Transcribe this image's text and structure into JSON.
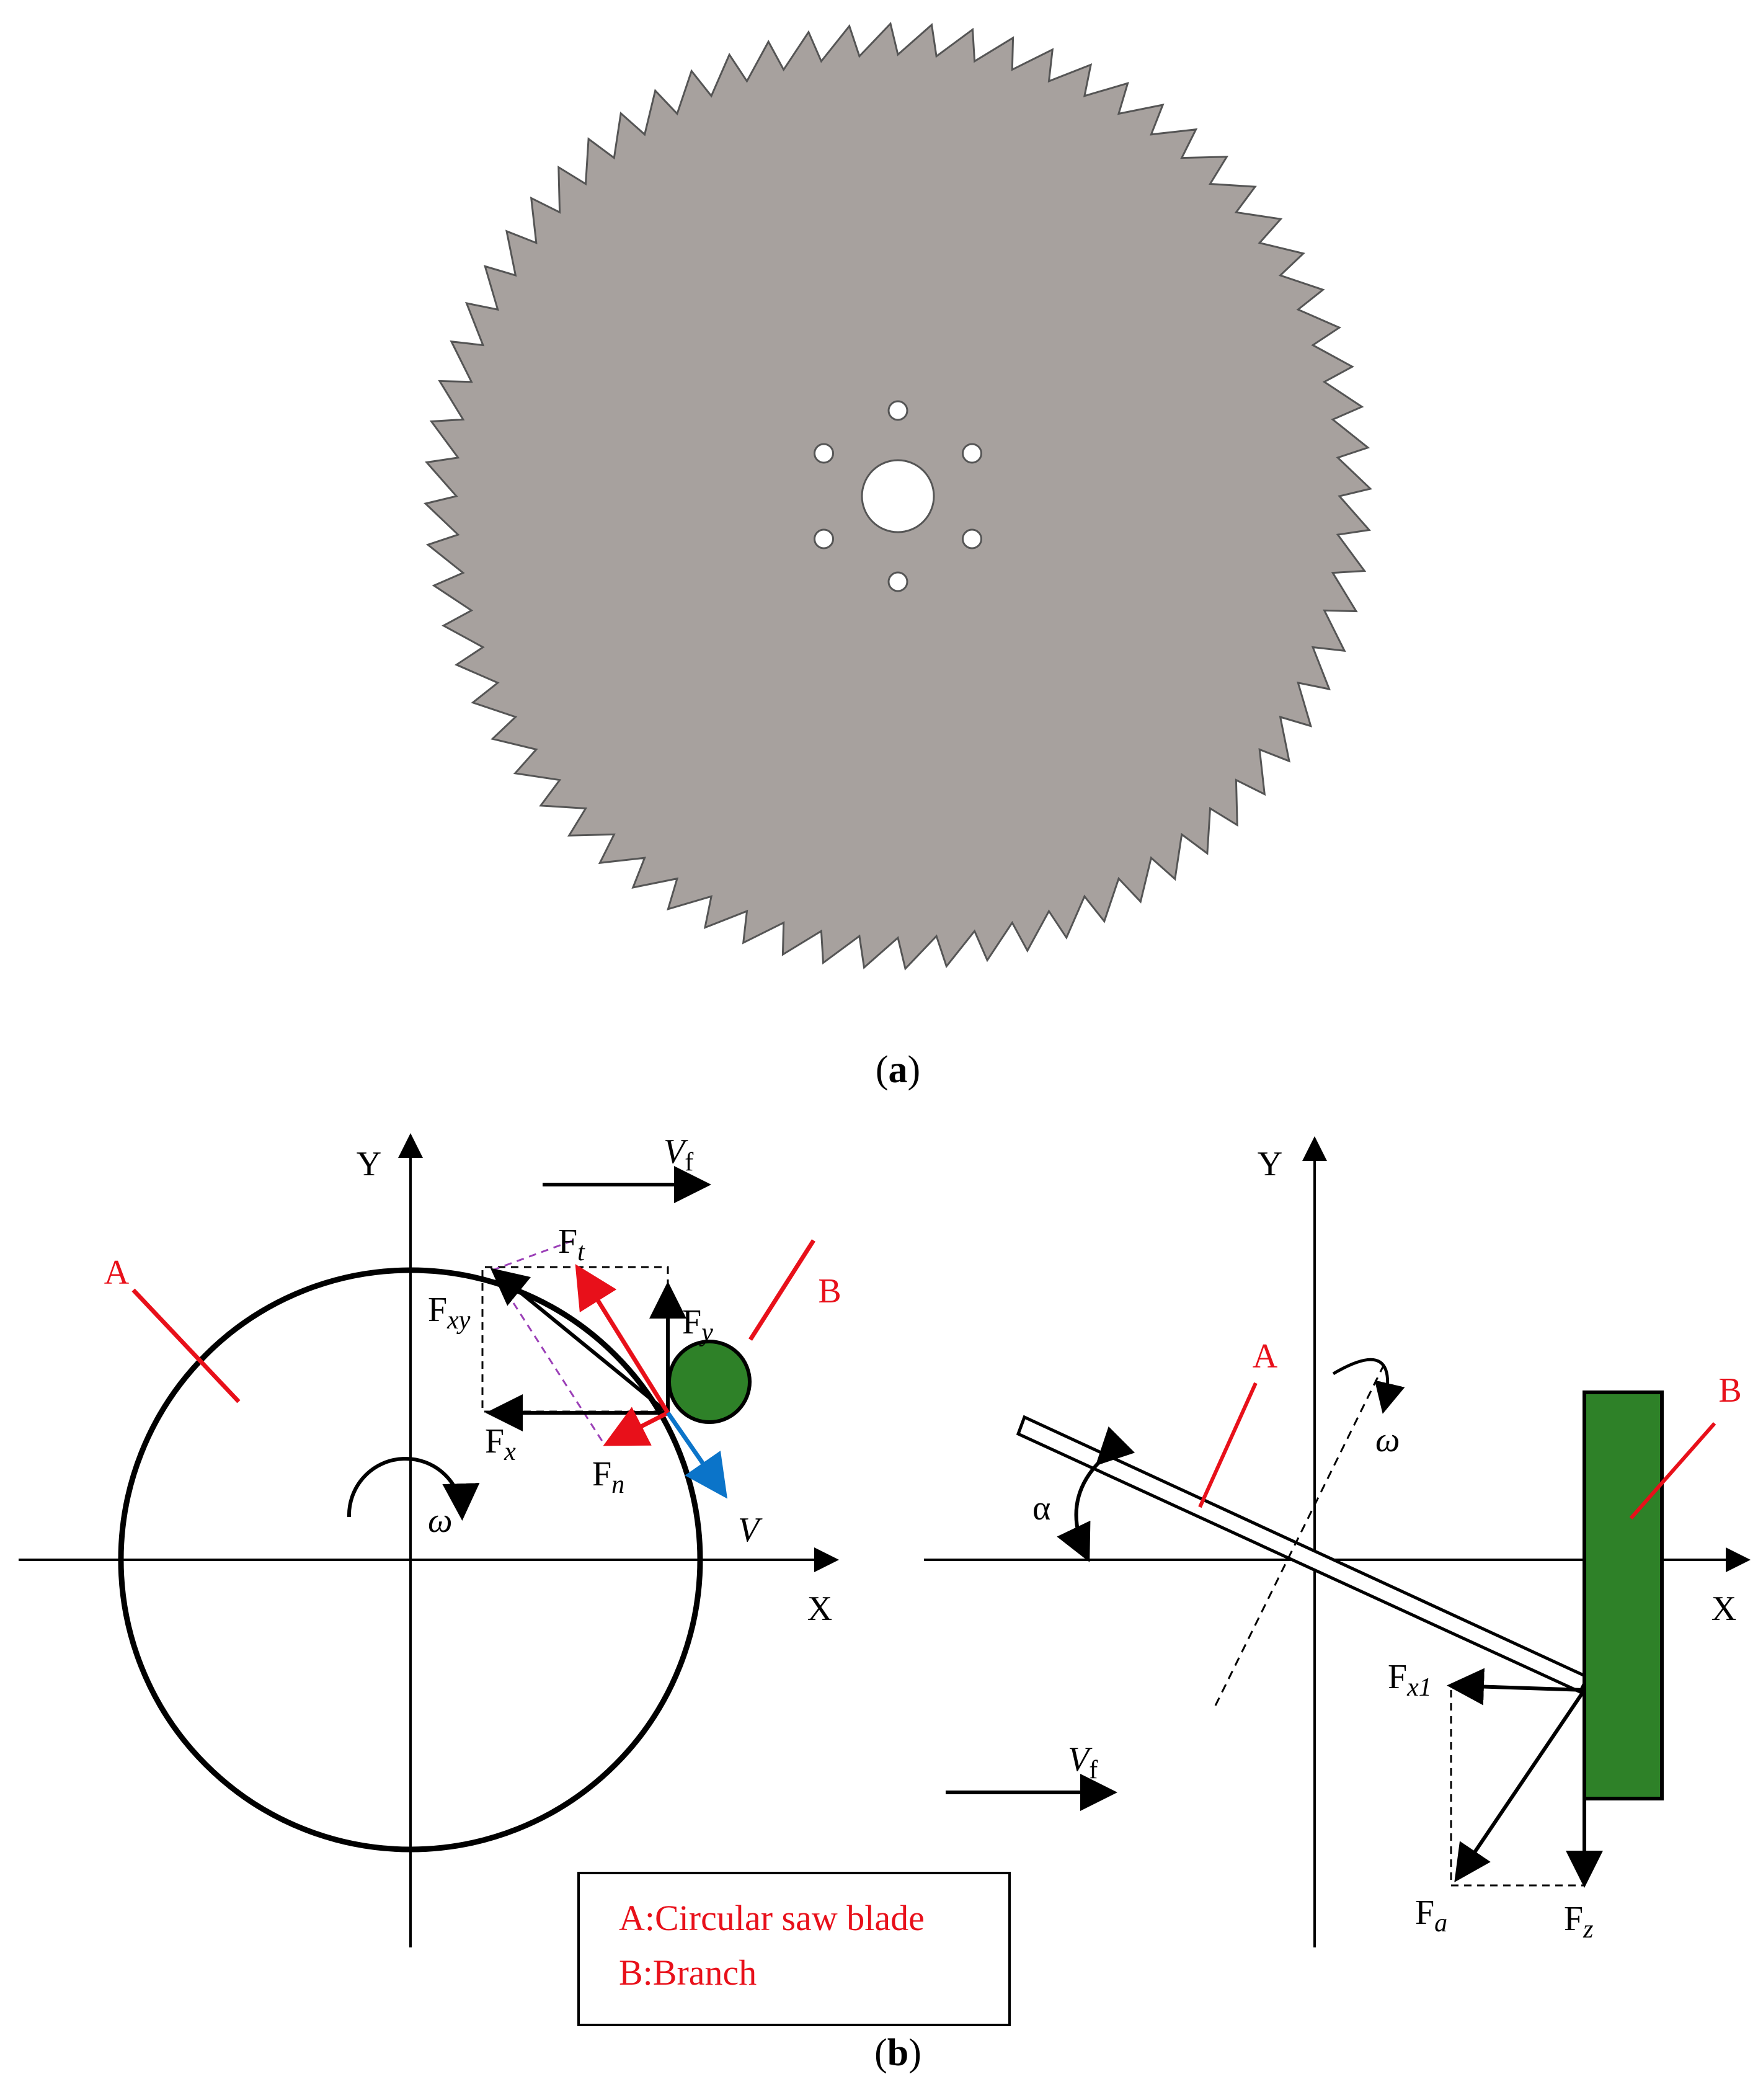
{
  "figure_a": {
    "caption_open": "(",
    "caption_letter": "a",
    "caption_close": ")",
    "blade_color": "#a7a19e",
    "tooth_count": 72
  },
  "figure_b": {
    "caption_open": "(",
    "caption_letter": "b",
    "caption_close": ")",
    "left": {
      "axis_y": "Y",
      "axis_x": "X",
      "feed_label": "V",
      "feed_sub": "f",
      "label_a": "A",
      "label_b": "B",
      "Ft": "F",
      "Ft_sub": "t",
      "Fxy": "F",
      "Fxy_sub": "xy",
      "Fy": "F",
      "Fy_sub": "y",
      "Fx": "F",
      "Fx_sub": "x",
      "Fn": "F",
      "Fn_sub": "n",
      "V": "V",
      "omega": "ω"
    },
    "right": {
      "axis_y": "Y",
      "axis_x": "X",
      "feed_label": "V",
      "feed_sub": "f",
      "label_a": "A",
      "label_b": "B",
      "alpha": "α",
      "omega": "ω",
      "Fx1": "F",
      "Fx1_sub": "x1",
      "Fa": "F",
      "Fa_sub": "a",
      "Fz": "F",
      "Fz_sub": "z"
    },
    "legend": {
      "line1": "A:Circular saw blade",
      "line2": "B:Branch"
    },
    "colors": {
      "red": "#e8101a",
      "green": "#2e8128",
      "blue": "#0b74c9",
      "purple": "#9b3fb7"
    }
  }
}
